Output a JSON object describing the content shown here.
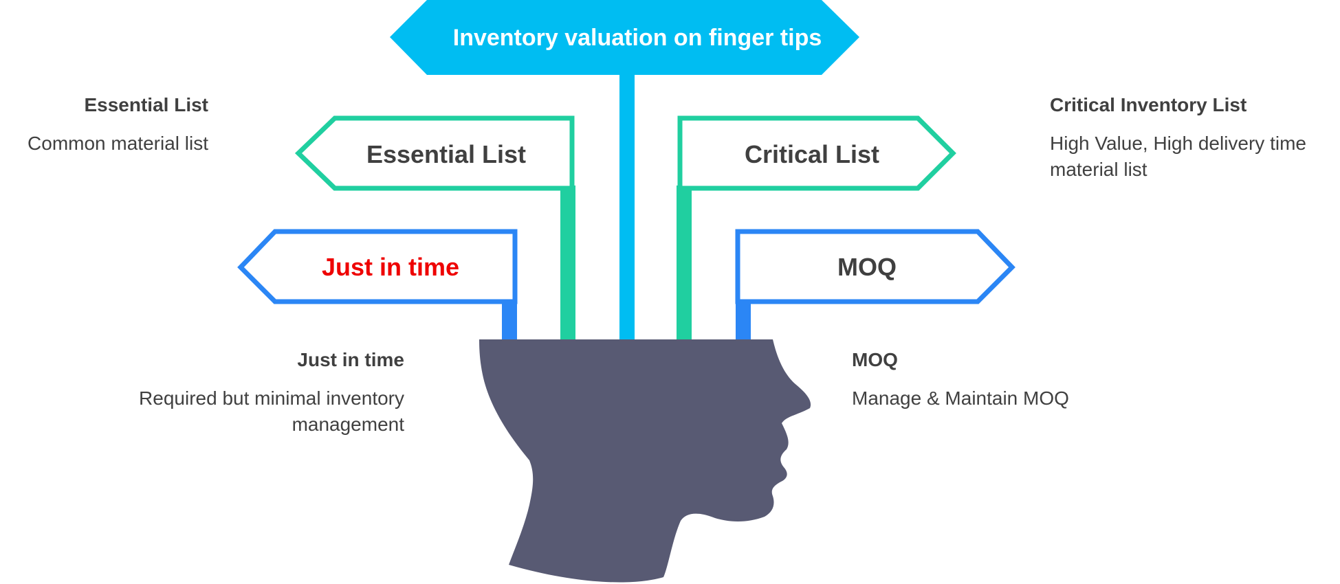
{
  "diagram": {
    "title": "Inventory valuation on finger tips",
    "signs": {
      "essential": "Essential List",
      "critical": "Critical List",
      "just_in_time": "Just in time",
      "moq": "MOQ"
    },
    "descriptions": {
      "essential": {
        "title": "Essential List",
        "body": "Common material list"
      },
      "critical": {
        "title": "Critical Inventory List",
        "body": "High Value, High delivery time material list"
      },
      "just_in_time": {
        "title": "Just in time",
        "body": "Required but minimal inventory management"
      },
      "moq": {
        "title": "MOQ",
        "body": "Manage & Maintain MOQ"
      }
    }
  },
  "colors": {
    "top_sign": "#00BDF2",
    "green": "#20CFA0",
    "blue": "#2B86F5",
    "head": "#585A73",
    "highlight_text": "#EE0000",
    "sign_text": "#404040",
    "title_text": "#FFFFFF"
  }
}
